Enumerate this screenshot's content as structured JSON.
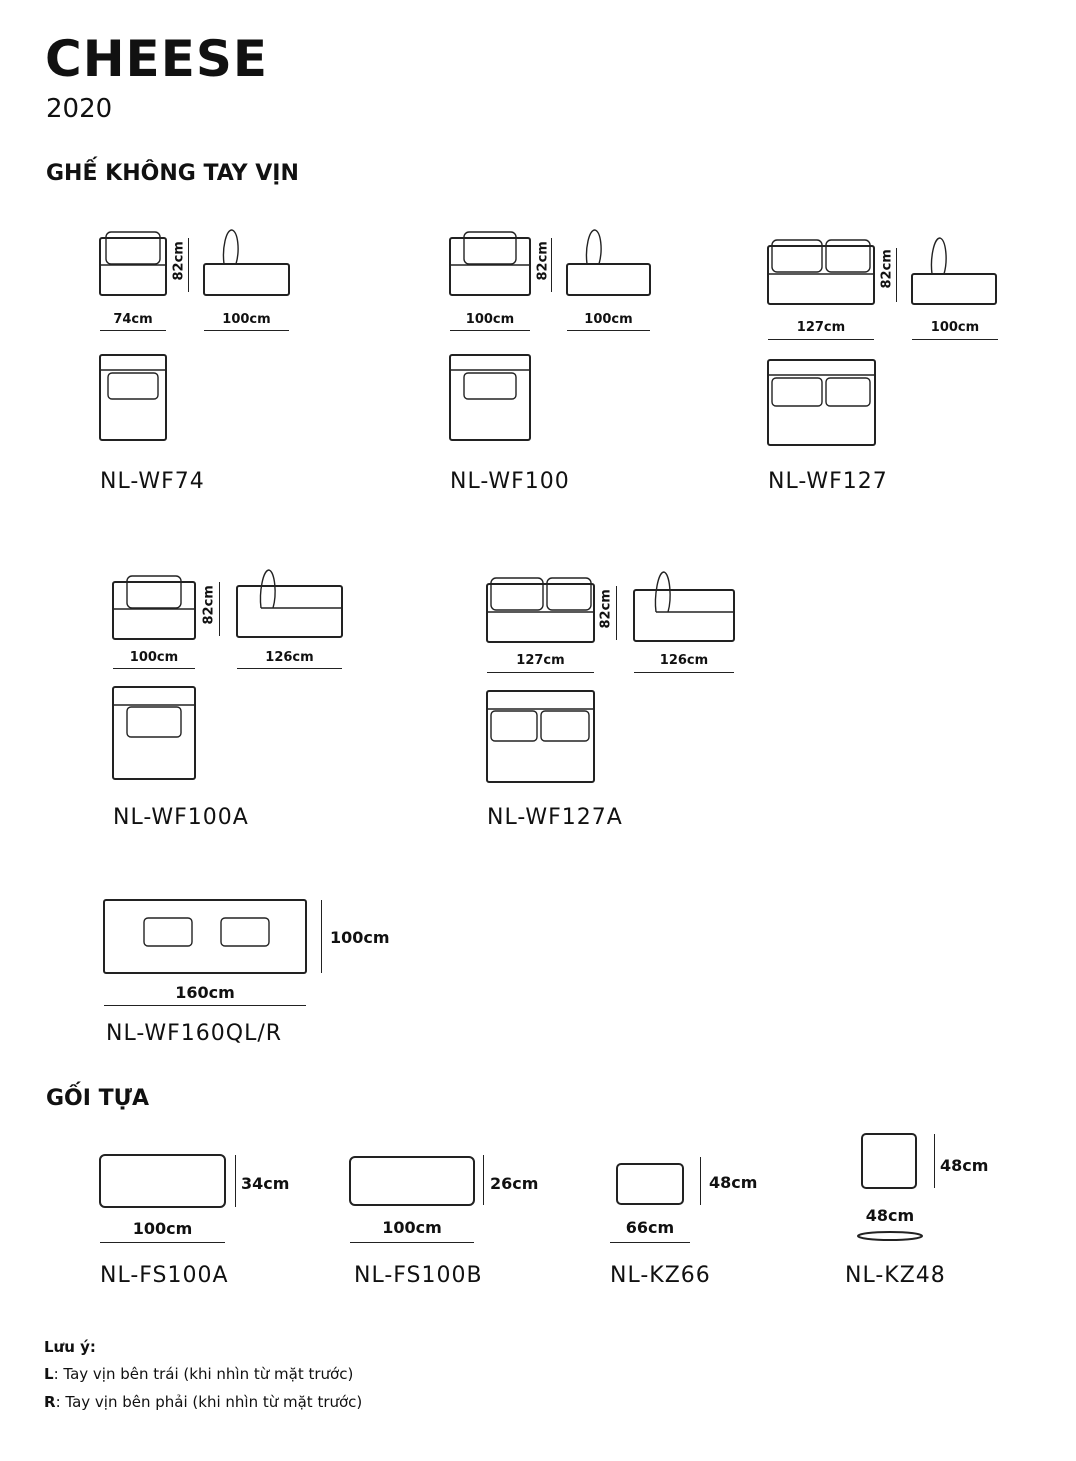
{
  "header": {
    "title": "CHEESE",
    "year": "2020"
  },
  "sections": {
    "armless": "GHẾ KHÔNG TAY VỊN",
    "cushions": "GỐI TỰA"
  },
  "products": {
    "wf74": {
      "code": "NL-WF74",
      "width": "74cm",
      "depth": "100cm",
      "height": "82cm"
    },
    "wf100": {
      "code": "NL-WF100",
      "width": "100cm",
      "depth": "100cm",
      "height": "82cm"
    },
    "wf127": {
      "code": "NL-WF127",
      "width": "127cm",
      "depth": "100cm",
      "height": "82cm"
    },
    "wf100a": {
      "code": "NL-WF100A",
      "width": "100cm",
      "depth": "126cm",
      "height": "82cm"
    },
    "wf127a": {
      "code": "NL-WF127A",
      "width": "127cm",
      "depth": "126cm",
      "height": "82cm"
    },
    "wf160": {
      "code": "NL-WF160QL/R",
      "width": "160cm",
      "depth": "100cm"
    }
  },
  "cushions": {
    "fs100a": {
      "code": "NL-FS100A",
      "width": "100cm",
      "height": "34cm"
    },
    "fs100b": {
      "code": "NL-FS100B",
      "width": "100cm",
      "height": "26cm"
    },
    "kz66": {
      "code": "NL-KZ66",
      "width": "66cm",
      "height": "48cm"
    },
    "kz48": {
      "code": "NL-KZ48",
      "width": "48cm",
      "height": "48cm"
    }
  },
  "notes": {
    "heading": "Lưu ý:",
    "l_key": "L",
    "l_text": ": Tay vịn bên trái (khi nhìn từ mặt trước)",
    "r_key": "R",
    "r_text": ": Tay vịn bên phải (khi nhìn từ mặt trước)"
  }
}
